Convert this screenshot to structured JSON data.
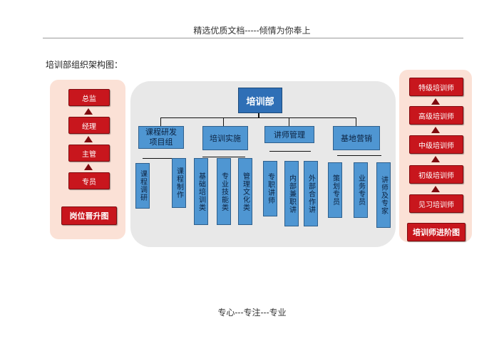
{
  "header": {
    "text": "精选优质文档-----倾情为你奉上"
  },
  "caption": "培训部组织架构图：",
  "footer": {
    "text": "专心---专注---专业"
  },
  "left_panel": {
    "boxes": [
      "总监",
      "经理",
      "主管",
      "专员"
    ],
    "title": "岗位晋升图"
  },
  "right_panel": {
    "boxes": [
      "特级培训师",
      "高级培训师",
      "中级培训师",
      "初级培训师",
      "见习培训师"
    ],
    "title": "培训师进阶图"
  },
  "org": {
    "root": "培训部",
    "groups": [
      {
        "label": "课程研发项目组",
        "children": [
          "课程调研",
          "课程制作"
        ]
      },
      {
        "label": "培训实施",
        "children": [
          "基础培训类",
          "专业技能类",
          "管理文化类"
        ]
      },
      {
        "label": "讲师管理",
        "children": [
          "专职讲师",
          "内部兼职讲",
          "外部合作讲"
        ]
      },
      {
        "label": "基地营销",
        "children": [
          "策划专员",
          "业务专员",
          "讲师及专家"
        ]
      }
    ]
  },
  "colors": {
    "red": "#c8161d",
    "blue": "#4f96d2",
    "root_blue": "#2f6fb6",
    "panel_pink": "#fbe1d6",
    "panel_gray": "#e8e8e8"
  }
}
